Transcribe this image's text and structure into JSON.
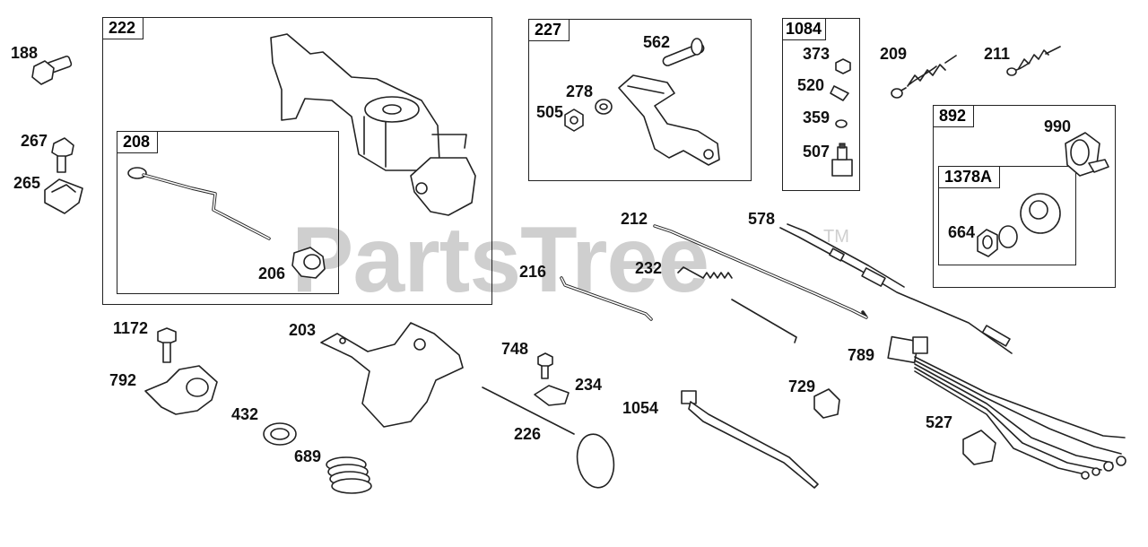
{
  "watermark": {
    "text": "PartsTree",
    "trademark": "TM"
  },
  "groups": [
    {
      "id": "222"
    },
    {
      "id": "208"
    },
    {
      "id": "227"
    },
    {
      "id": "1084"
    },
    {
      "id": "892"
    },
    {
      "id": "1378A"
    }
  ],
  "parts": {
    "p188": "188",
    "p267": "267",
    "p265": "265",
    "p222": "222",
    "p208": "208",
    "p206": "206",
    "p227": "227",
    "p562": "562",
    "p278": "278",
    "p505": "505",
    "p1084": "1084",
    "p373": "373",
    "p520": "520",
    "p359": "359",
    "p507": "507",
    "p209": "209",
    "p211": "211",
    "p892": "892",
    "p990": "990",
    "p1378A": "1378A",
    "p664": "664",
    "p212": "212",
    "p578": "578",
    "p216": "216",
    "p232": "232",
    "p1172": "1172",
    "p792": "792",
    "p203": "203",
    "p432": "432",
    "p689": "689",
    "p748": "748",
    "p234": "234",
    "p226": "226",
    "p1054": "1054",
    "p729": "729",
    "p789": "789",
    "p527": "527"
  }
}
